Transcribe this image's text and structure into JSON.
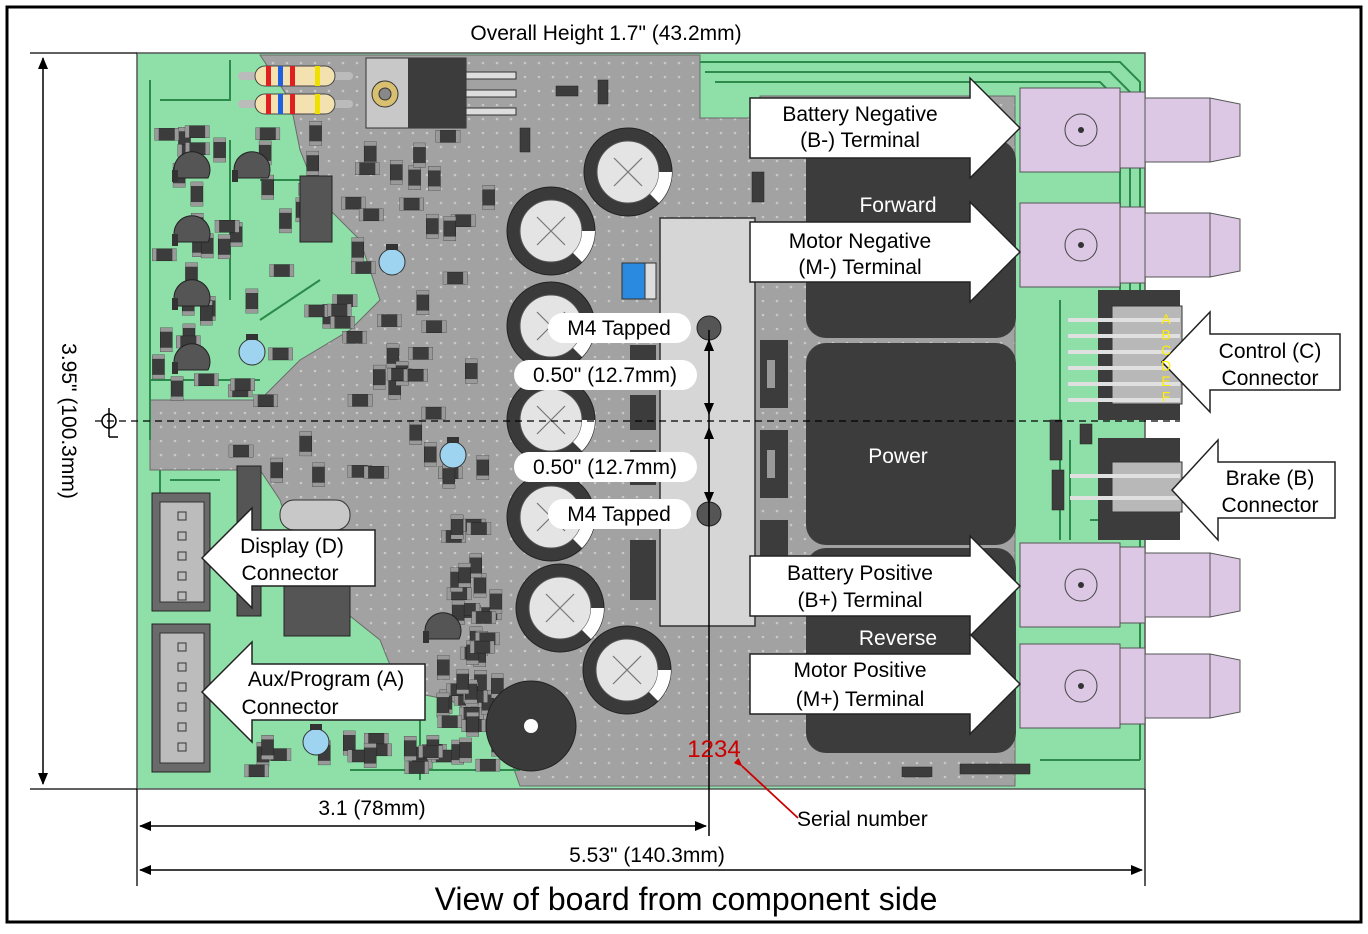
{
  "title_bottom": "View of board from component side",
  "dimensions": {
    "overall_height": "Overall Height 1.7\" (43.2mm)",
    "board_height": "3.95\" (100.3mm)",
    "center_span": "3.1 (78mm)",
    "overall_width": "5.53\" (140.3mm)",
    "hole_spacing_upper": "0.50\" (12.7mm)",
    "hole_spacing_lower": "0.50\" (12.7mm)",
    "centerline_symbol": "CL"
  },
  "mounting": {
    "upper_hole": "M4 Tapped",
    "lower_hole": "M4 Tapped"
  },
  "serial": {
    "value": "1234",
    "caption": "Serial number"
  },
  "terminals": {
    "battery_negative": [
      "Battery Negative",
      "(B-) Terminal"
    ],
    "motor_negative": [
      "Motor Negative",
      "(M-) Terminal"
    ],
    "battery_positive": [
      "Battery Positive",
      "(B+) Terminal"
    ],
    "motor_positive": [
      "Motor Positive",
      "(M+) Terminal"
    ]
  },
  "connectors": {
    "control": [
      "Control (C)",
      "Connector"
    ],
    "brake": [
      "Brake (B)",
      "Connector"
    ],
    "display": [
      "Display (D)",
      "Connector"
    ],
    "aux": [
      "Aux/Program (A)",
      "Connector"
    ]
  },
  "control_pins": [
    "A",
    "B",
    "C",
    "D",
    "E",
    "F"
  ],
  "relay_labels": {
    "forward": "Forward",
    "power": "Power",
    "reverse": "Reverse"
  },
  "colors": {
    "board_green": "#8ee0a8",
    "copper_gray": "#a0a0a0",
    "terminal_lavender": "#dcc8e4",
    "dark_block": "#3c3c3c",
    "serial_red": "#cc0000",
    "pin_yellow": "#ffee00"
  }
}
